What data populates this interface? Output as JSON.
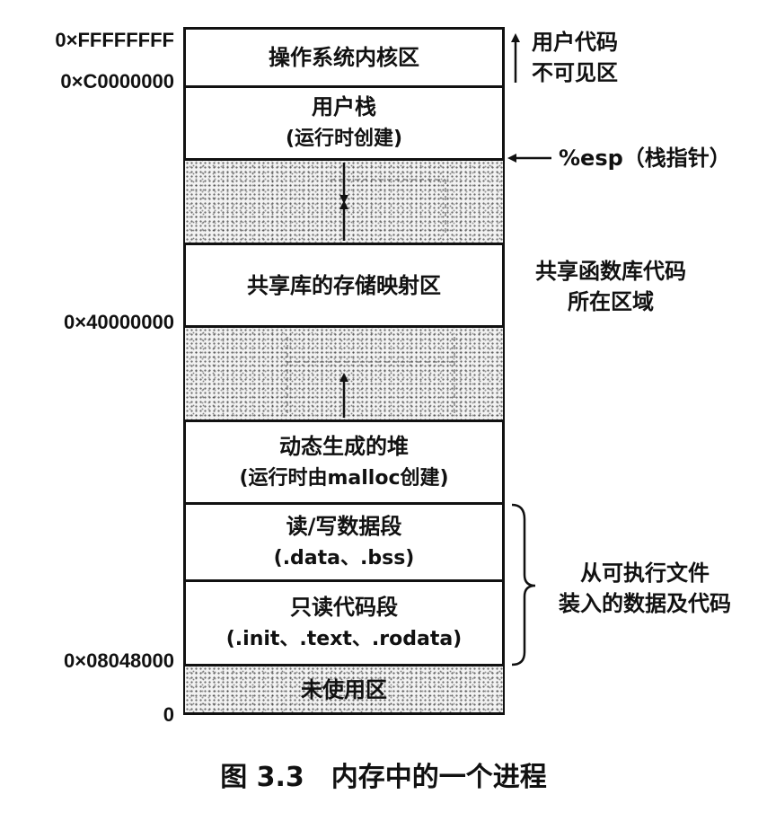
{
  "addresses": {
    "top": "0×FFFFFFFF",
    "kernel_base": "0×C0000000",
    "shared_lib_base": "0×40000000",
    "code_base": "0×08048000",
    "zero": "0"
  },
  "segments": {
    "kernel": {
      "label": "操作系统内核区"
    },
    "user_stack": {
      "label": "用户栈",
      "sub": "(运行时创建)"
    },
    "shared_libs": {
      "label": "共享库的存储映射区"
    },
    "heap": {
      "label": "动态生成的堆",
      "sub": "(运行时由malloc创建)"
    },
    "rw_data": {
      "label": "读/写数据段",
      "sub": "(.data、.bss)"
    },
    "ro_code": {
      "label": "只读代码段",
      "sub": "(.init、.text、.rodata)"
    },
    "unused": {
      "label": "未使用区"
    }
  },
  "annotations": {
    "kernel_invisible": [
      "用户代码",
      "不可见区"
    ],
    "esp": "%esp（栈指针）",
    "shared_lib_note": [
      "共享函数库代码",
      "所在区域"
    ],
    "loaded_from_exe": [
      "从可执行文件",
      "装入的数据及代码"
    ]
  },
  "caption": {
    "number": "图 3.3",
    "title": "内存中的一个进程"
  }
}
